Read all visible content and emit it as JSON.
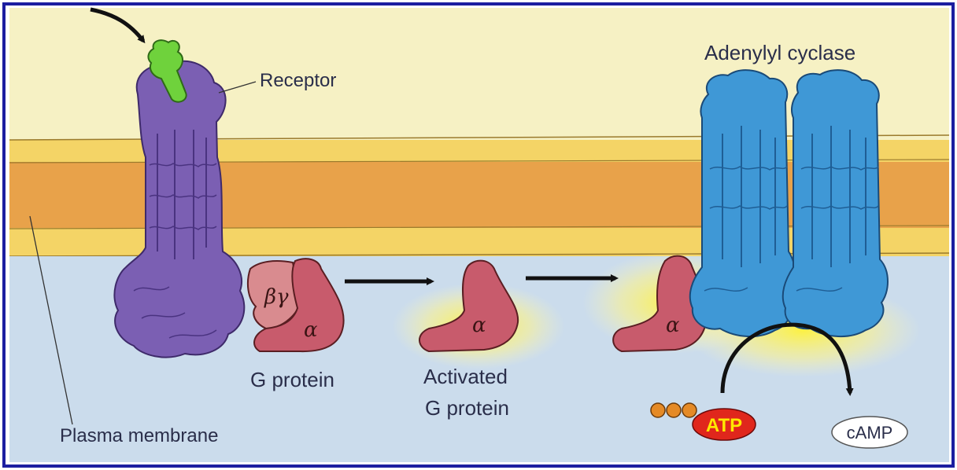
{
  "labels": {
    "receptor": "Receptor",
    "adenylyl_cyclase": "Adenylyl cyclase",
    "g_protein": "G protein",
    "activated_line1": "Activated",
    "activated_line2": "G protein",
    "plasma_membrane": "Plasma membrane",
    "beta_gamma": "βγ",
    "alpha": "α",
    "atp": "ATP",
    "camp": "cAMP"
  },
  "colors": {
    "frame": "#1c1ea0",
    "extracellular": "#f6f1c4",
    "cytoplasm": "#cbdcec",
    "bilayer_outer": "#f4d466",
    "bilayer_core": "#e8a24a",
    "receptor": "#7b5fb3",
    "ligand": "#6fd23c",
    "g_protein": "#c85b6c",
    "beta_gamma": "#d98b8f",
    "adenylyl_cyclase": "#3f98d6",
    "activation_glow": "#fff23a",
    "phosphate": "#e58a26",
    "atp_oval": "#e0271c"
  }
}
